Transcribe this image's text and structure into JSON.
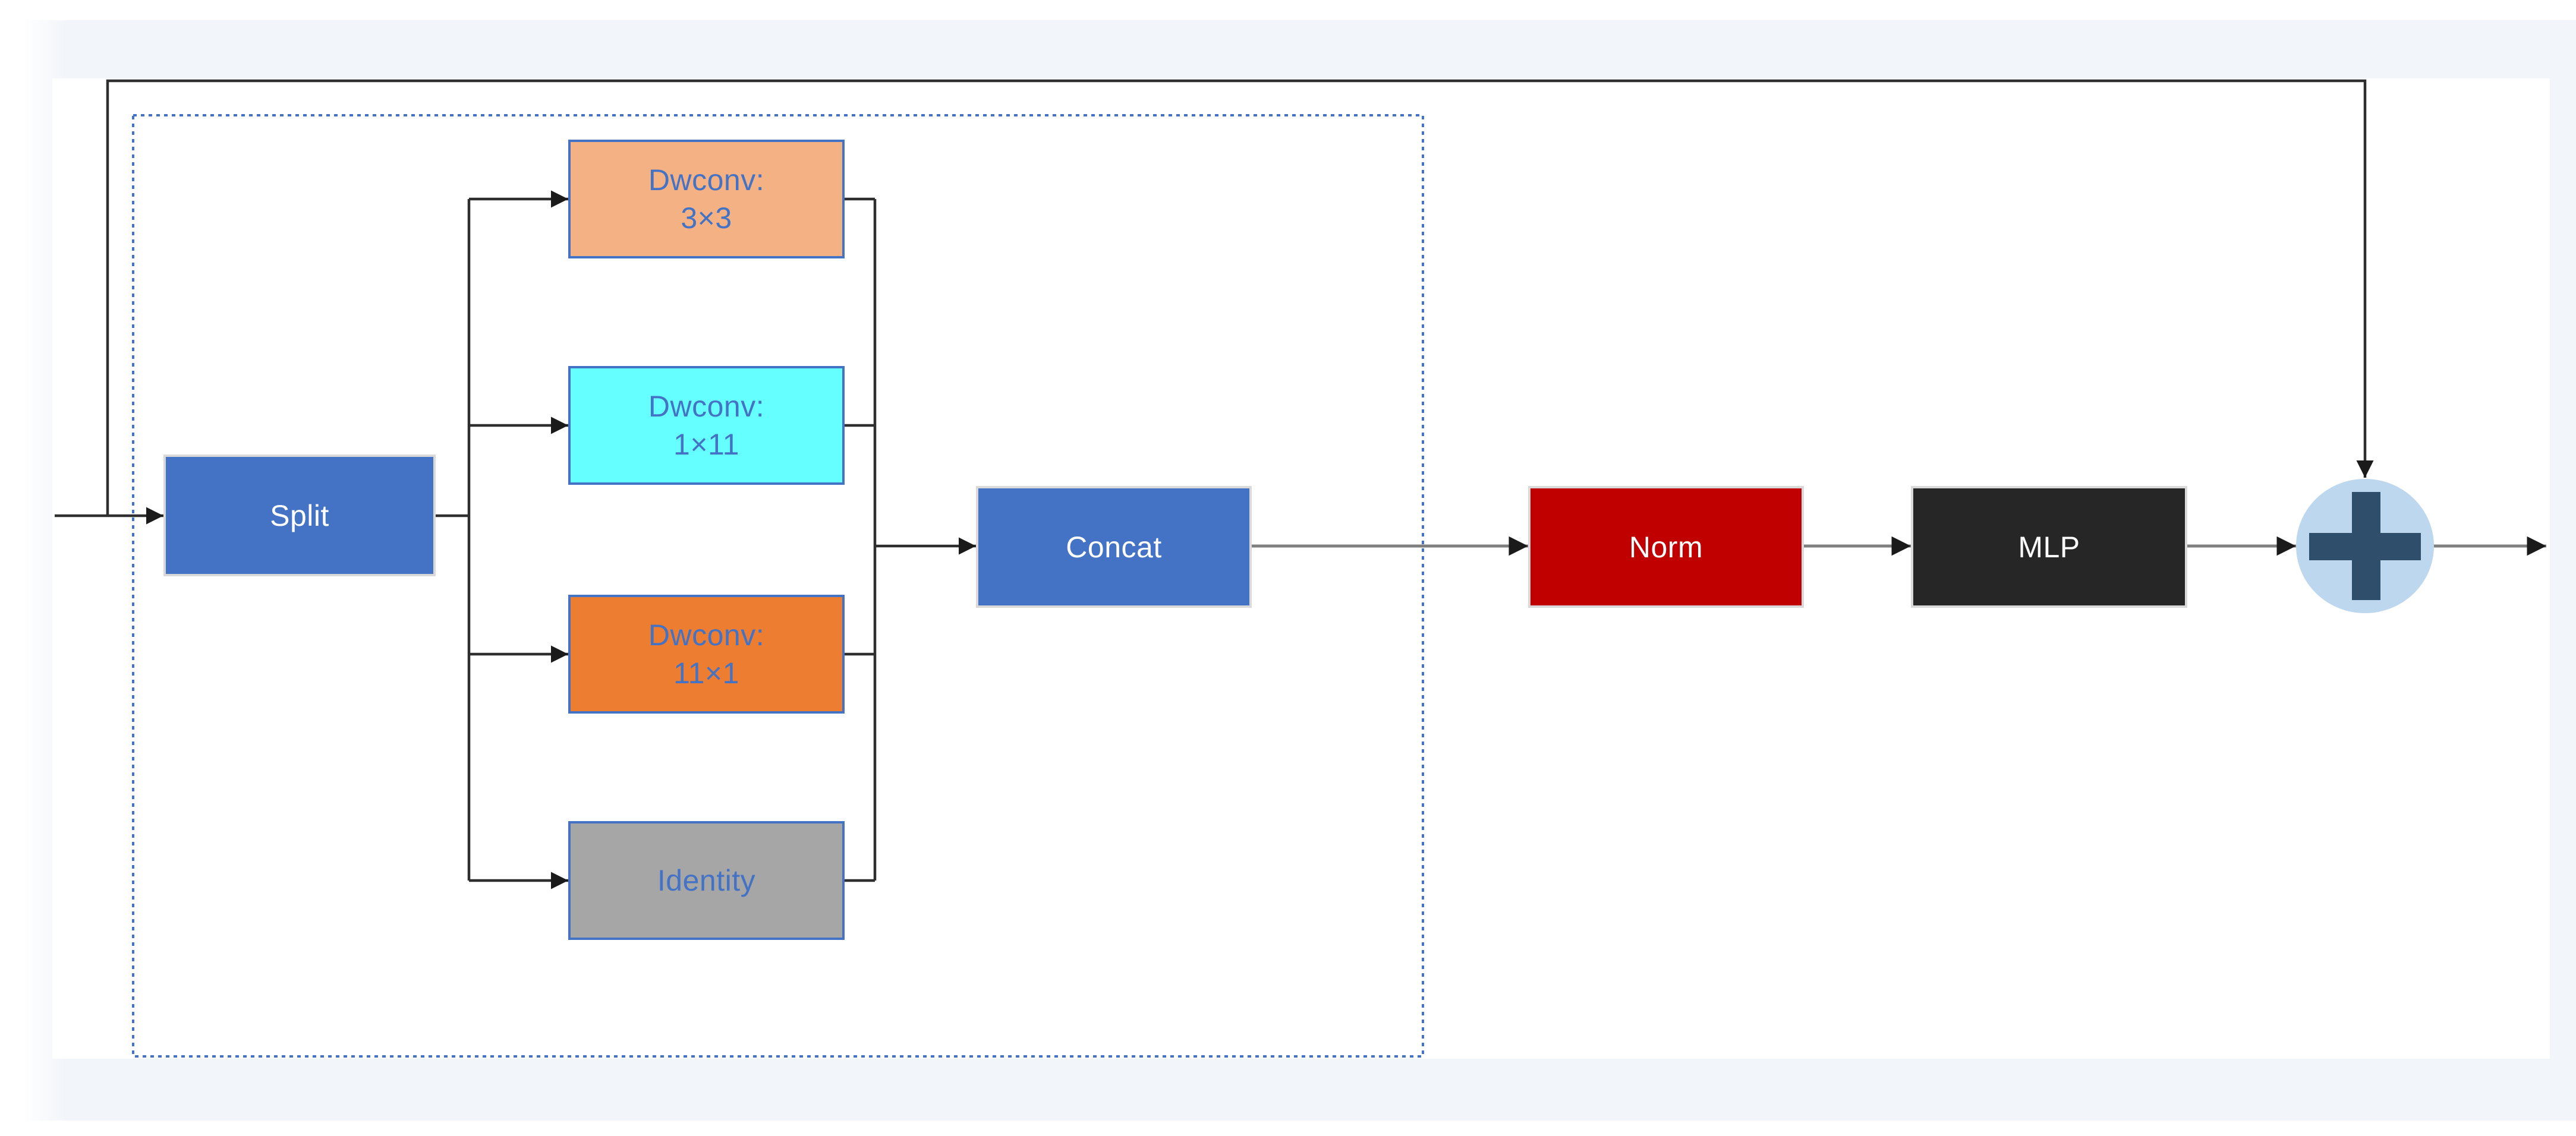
{
  "page": {
    "background_color": "#ffffff",
    "panel_background_color": "#f2f5fa",
    "slide_background_color": "#ffffff"
  },
  "diagram": {
    "connector_color": "#2e2e2e",
    "chain_connector_color": "#7f7f7f",
    "arrowhead_color": "#1a1a1a",
    "group_box": {
      "border_color": "#4472C4",
      "border_style": "dotted"
    },
    "nodes": {
      "split": {
        "label": "Split",
        "fill": "#4472C4",
        "text_color": "#FFFFFF"
      },
      "dwconv_3x3": {
        "line1": "Dwconv:",
        "line2": "3×3",
        "fill": "#F4B183",
        "text_color": "#4472C4"
      },
      "dwconv_1x11": {
        "line1": "Dwconv:",
        "line2": "1×11",
        "fill": "#66FFFF",
        "text_color": "#4472C4"
      },
      "dwconv_11x1": {
        "line1": "Dwconv:",
        "line2": "11×1",
        "fill": "#ED7D31",
        "text_color": "#4472C4"
      },
      "identity": {
        "label": "Identity",
        "fill": "#A6A6A6",
        "text_color": "#4472C4"
      },
      "concat": {
        "label": "Concat",
        "fill": "#4472C4",
        "text_color": "#FFFFFF"
      },
      "norm": {
        "label": "Norm",
        "fill": "#C00000",
        "text_color": "#FFFFFF"
      },
      "mlp": {
        "label": "MLP",
        "fill": "#262626",
        "text_color": "#FFFFFF"
      }
    },
    "sum": {
      "icon": "plus-icon",
      "fill": "#BDD7EE",
      "plus_color": "#2E4E6B"
    }
  }
}
